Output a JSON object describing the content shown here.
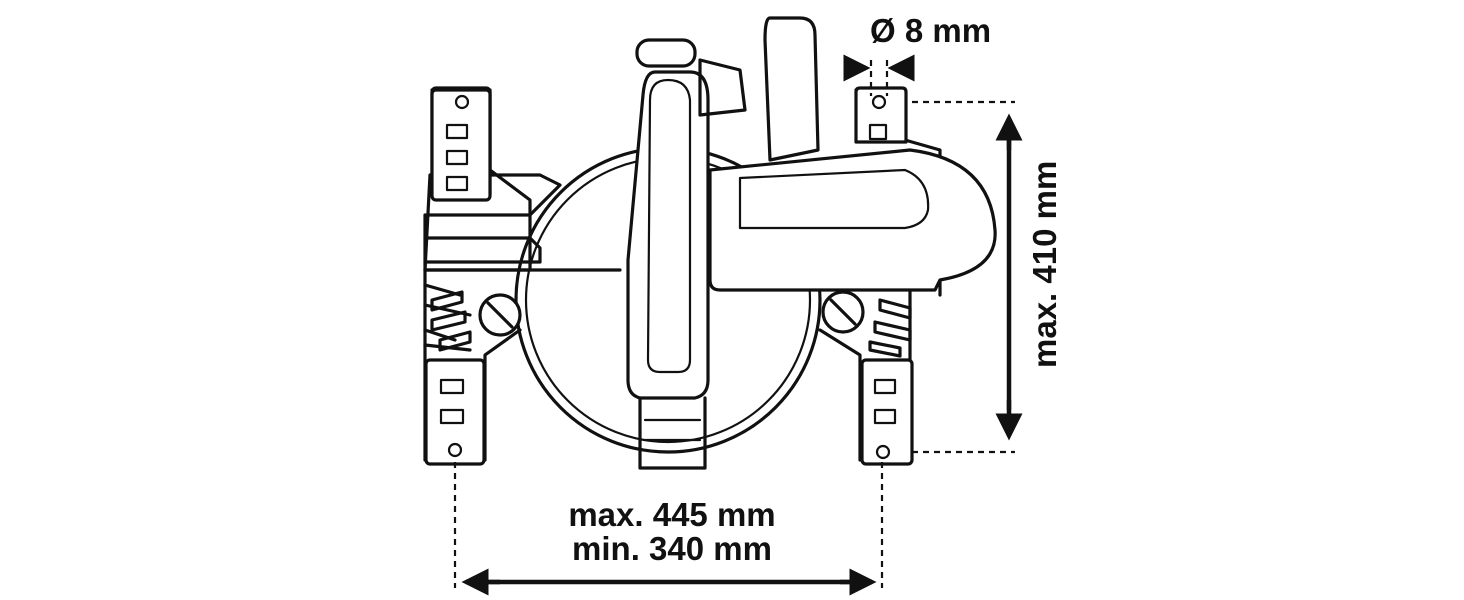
{
  "diagram": {
    "hole_diameter": "Ø 8 mm",
    "height": "max. 410 mm",
    "width_max": "max. 445 mm",
    "width_min": "min. 340 mm"
  },
  "colors": {
    "line": "#111111",
    "background": "#ffffff"
  }
}
